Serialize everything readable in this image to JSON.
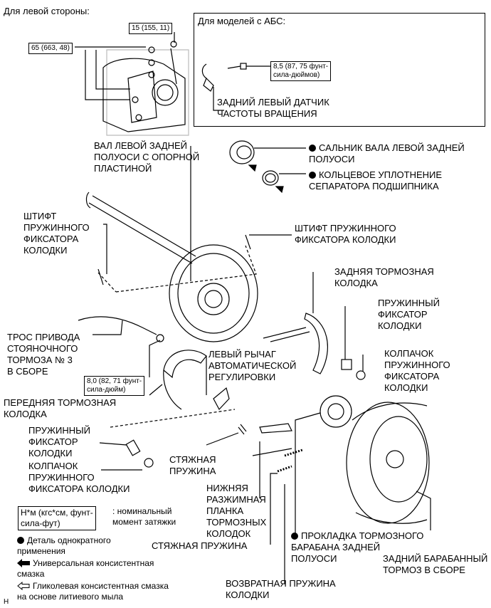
{
  "header": {
    "side_title": "Для левой стороны:"
  },
  "abs_box": {
    "title": "Для моделей с АБС:"
  },
  "torques": {
    "t15": "15 (155, 11)",
    "t65": "65 (663, 48)",
    "t85": "8,5 (87, 75 фунт-\nсила-дюймов)",
    "t80": "8,0 (82, 71 фунт-\nсила-дюйм)"
  },
  "labels": {
    "speed_sensor": "ЗАДНИЙ ЛЕВЫЙ ДАТЧИК\nЧАСТОТЫ ВРАЩЕНИЯ",
    "axle_shaft": "ВАЛ ЛЕВОЙ ЗАДНЕЙ\nПОЛУОСИ С ОПОРНОЙ\nПЛАСТИНОЙ",
    "oil_seal": "САЛЬНИК ВАЛА ЛЕВОЙ ЗАДНЕЙ\nПОЛУОСИ",
    "o_ring": "КОЛЬЦЕВОЕ УПЛОТНЕНИЕ\nСЕПАРАТОРА ПОДШИПНИКА",
    "pin_left": "ШТИФТ\nПРУЖИННОГО\nФИКСАТОРА\nКОЛОДКИ",
    "pin_right": "ШТИФТ ПРУЖИННОГО\nФИКСАТОРА КОЛОДКИ",
    "rear_shoe": "ЗАДНЯЯ ТОРМОЗНАЯ\nКОЛОДКА",
    "spring_retainer_right": "ПРУЖИННЫЙ\nФИКСАТОР\nКОЛОДКИ",
    "cup_right": "КОЛПАЧОК\nПРУЖИННОГО\nФИКСАТОРА\nКОЛОДКИ",
    "cable": "ТРОС ПРИВОДА\nСТОЯНОЧНОГО\nТОРМОЗА № 3\nВ СБОРЕ",
    "adjust_lever": "ЛЕВЫЙ РЫЧАГ\nАВТОМАТИЧЕСКОЙ\nРЕГУЛИРОВКИ",
    "front_shoe": "ПЕРЕДНЯЯ ТОРМОЗНАЯ\nКОЛОДКА",
    "spring_retainer_left": "ПРУЖИННЫЙ\nФИКСАТОР\nКОЛОДКИ",
    "tension_spring_1": "СТЯЖНАЯ\nПРУЖИНА",
    "cup_left": "КОЛПАЧОК\nПРУЖИННОГО\nФИКСАТОРА КОЛОДКИ",
    "lower_strut": "НИЖНЯЯ\nРАЗЖИМНАЯ\nПЛАНКА\nТОРМОЗНЫХ\nКОЛОДОК",
    "tension_spring_2": "СТЯЖНАЯ ПРУЖИНА",
    "return_spring": "ВОЗВРАТНАЯ ПРУЖИНА\nКОЛОДКИ",
    "drum_gasket": "ПРОКЛАДКА ТОРМОЗНОГО\nБАРАБАНА ЗАДНЕЙ\nПОЛУОСИ",
    "drum": "ЗАДНИЙ БАРАБАННЫЙ\nТОРМОЗ В СБОРЕ"
  },
  "legend": {
    "torque_unit": "Н*м (кгс*см, фунт-\nсила-фут)",
    "torque_desc": ": номинальный\nмомент затяжки",
    "non_reusable": "Деталь однократного\nприменения",
    "grease_universal": "Универсальная консистентная\nсмазка",
    "grease_lithium": "Гликолевая консистентная смазка\nна основе литиевого мыла"
  },
  "footer": {
    "code": "H"
  }
}
